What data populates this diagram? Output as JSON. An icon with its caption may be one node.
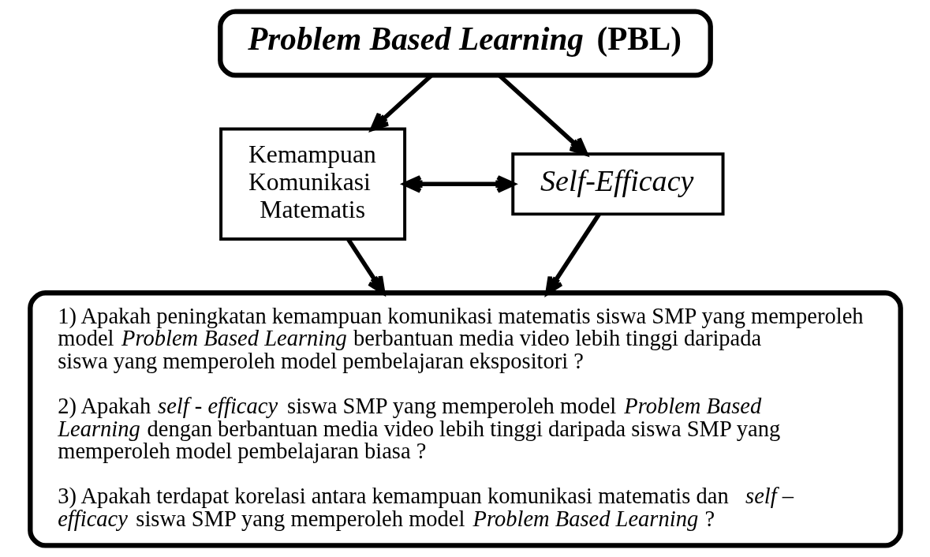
{
  "diagram": {
    "nodes": [
      {
        "text": [
          "*Problem Based Learning* (PBL)"
        ]
      },
      {
        "text": [
          "Kemampuan Komunikasi Matematis"
        ]
      },
      {
        "text": [
          "*Self-Efficacy*"
        ]
      },
      {
        "text": [
          "1) Apakah peningkatan kemampuan komunikasi matematis siswa SMP yang memperoleh model *Problem Based Learning* berbantuan media video lebih tinggi daripada siswa yang memperoleh model pembelajaran ekspositori ?",
          "2) Apakah *self - efficacy* siswa SMP yang memperoleh model *Problem Based Learning* dengan berbantuan media video lebih tinggi daripada siswa SMP yang memperoleh model pembelajaran biasa ?",
          "3) Apakah terdapat korelasi antara kemampuan komunikasi matematis dan *self – efficacy* siswa SMP yang memperoleh model *Problem Based Learning* ?"
        ]
      }
    ],
    "edges": [
      {
        "from": 0,
        "to": 1,
        "arrow": "to"
      },
      {
        "from": 0,
        "to": 2,
        "arrow": "to"
      },
      {
        "from": 1,
        "to": 2,
        "arrow": "both"
      },
      {
        "from": 1,
        "to": 3,
        "arrow": "to"
      },
      {
        "from": 2,
        "to": 3,
        "arrow": "to"
      }
    ]
  }
}
